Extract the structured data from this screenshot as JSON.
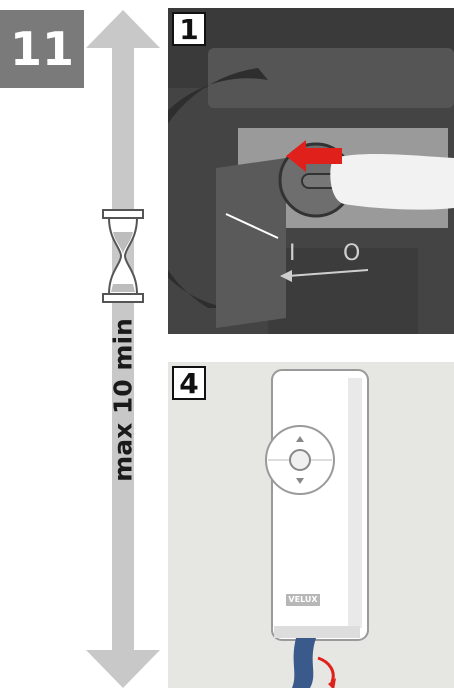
{
  "step": {
    "number": "11"
  },
  "timer": {
    "label": "max 10 min",
    "icon": "hourglass-icon"
  },
  "panels": [
    {
      "number": "1",
      "icon": "push-arrow-icon",
      "switch_labels": [
        "I",
        "O"
      ]
    },
    {
      "number": "4",
      "remote_brand": "VELUX",
      "icon": "rotate-arrow-icon"
    }
  ],
  "colors": {
    "badge": "#7a7a7a",
    "arrow": "#c8c8c8",
    "panel_bg": "#e6e6e3",
    "pointer": "#e0201a"
  }
}
